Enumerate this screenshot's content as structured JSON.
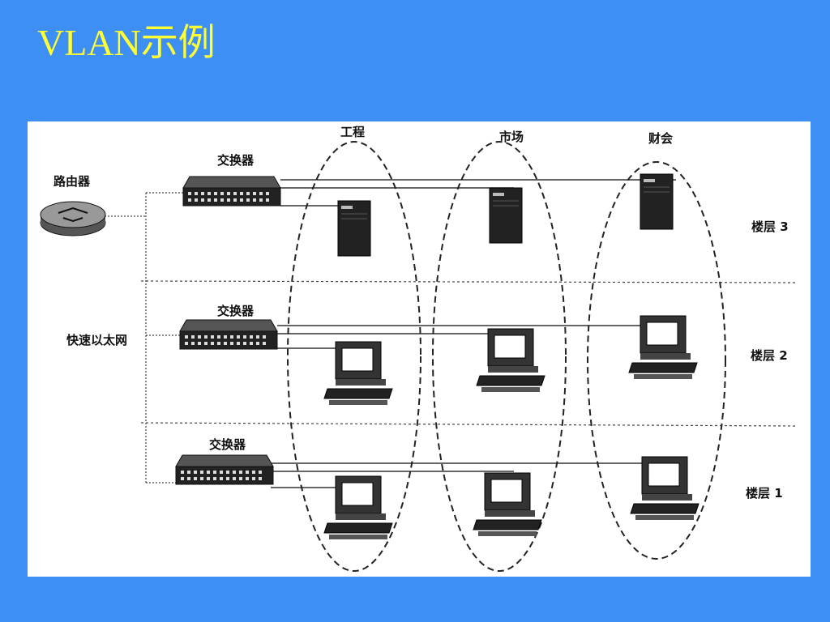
{
  "slide": {
    "title": "VLAN示例"
  },
  "diagram": {
    "router_label": "路由器",
    "ethernet_label": "快速以太网",
    "switch_label": "交换器",
    "groups": [
      {
        "label": "工程"
      },
      {
        "label": "市场"
      },
      {
        "label": "财会"
      }
    ],
    "floors": [
      {
        "label": "楼层 3"
      },
      {
        "label": "楼层 2"
      },
      {
        "label": "楼层 1"
      }
    ]
  }
}
